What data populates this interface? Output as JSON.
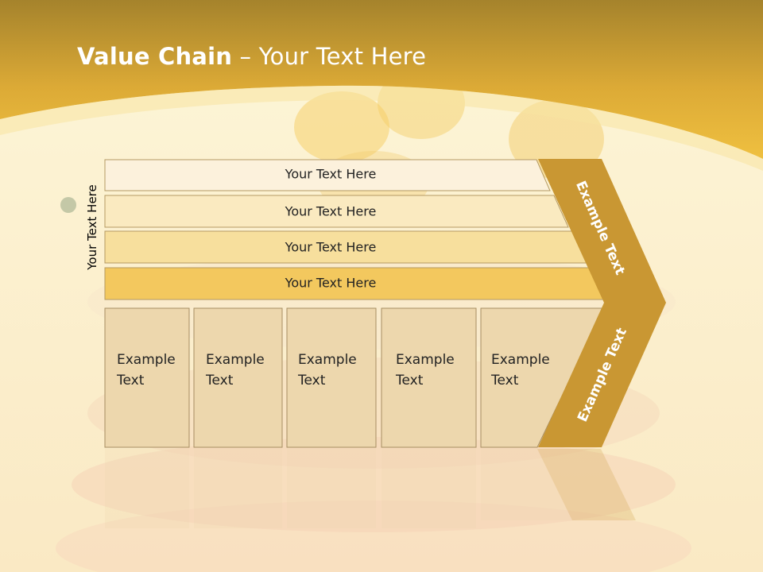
{
  "title": {
    "bold": "Value Chain",
    "rest": " – Your Text Here"
  },
  "vertical_label": "Your Text Here",
  "bars": [
    "Your Text Here",
    "Your Text Here",
    "Your Text Here",
    "Your Text Here"
  ],
  "boxes": [
    {
      "line1": "Example",
      "line2": "Text"
    },
    {
      "line1": "Example",
      "line2": "Text"
    },
    {
      "line1": "Example",
      "line2": "Text"
    },
    {
      "line1": "Example",
      "line2": "Text"
    },
    {
      "line1": "Example",
      "line2": "Text"
    }
  ],
  "chevron": {
    "upper": "Example Text",
    "lower": "Example Text"
  },
  "colors": {
    "header": "#e7b22c",
    "chevron": "#c99733",
    "bar1": "#fcf1dc",
    "bar2": "#faeac0",
    "bar3": "#f7df9d",
    "bar4": "#f3c85e",
    "box": "#edd7ad"
  }
}
